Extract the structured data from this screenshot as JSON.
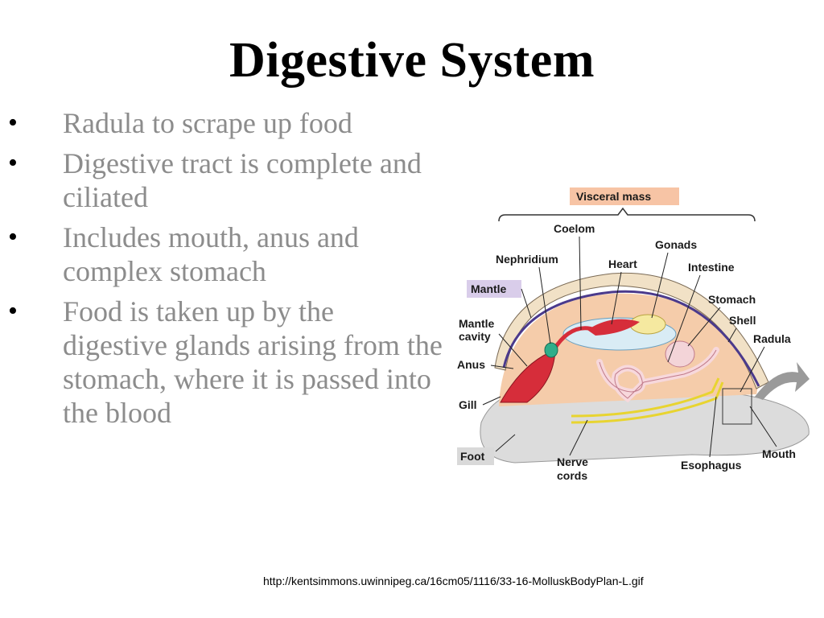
{
  "slide": {
    "title": "Digestive System",
    "bullets": [
      "Radula to scrape up food",
      "Digestive tract is complete and ciliated",
      "Includes mouth, anus and complex  stomach",
      "Food is taken up by the digestive glands arising from the stomach, where it is passed into the blood"
    ],
    "bullet_char": "•",
    "source_url": "http://kentsimmons.uwinnipeg.ca/16cm05/1116/33-16-MolluskBodyPlan-L.gif"
  },
  "diagram": {
    "labels": {
      "visceral_mass": "Visceral mass",
      "coelom": "Coelom",
      "gonads": "Gonads",
      "nephridium": "Nephridium",
      "heart": "Heart",
      "intestine": "Intestine",
      "mantle": "Mantle",
      "stomach": "Stomach",
      "shell": "Shell",
      "mantle_cavity_1": "Mantle",
      "mantle_cavity_2": "cavity",
      "radula": "Radula",
      "anus": "Anus",
      "gill": "Gill",
      "foot": "Foot",
      "nerve_cords_1": "Nerve",
      "nerve_cords_2": "cords",
      "esophagus": "Esophagus",
      "mouth": "Mouth"
    },
    "colors": {
      "visceral_mass_tag": "#f7c4a5",
      "mantle_tag": "#d9cdea",
      "foot_tag": "#d9d9d9",
      "foot": "#dcdcdc",
      "mantle": "#f5ccaa",
      "shell": "#f1e1c6",
      "shell_line": "#4b3a8c",
      "coelom": "#d9ecf5",
      "gill": "#d62d3a",
      "heart": "#d62d3a",
      "gonads": "#f5e9a0",
      "intestine": "#f7d8dc",
      "nerve": "#e8d430",
      "arrow": "#9a9a9a"
    }
  }
}
